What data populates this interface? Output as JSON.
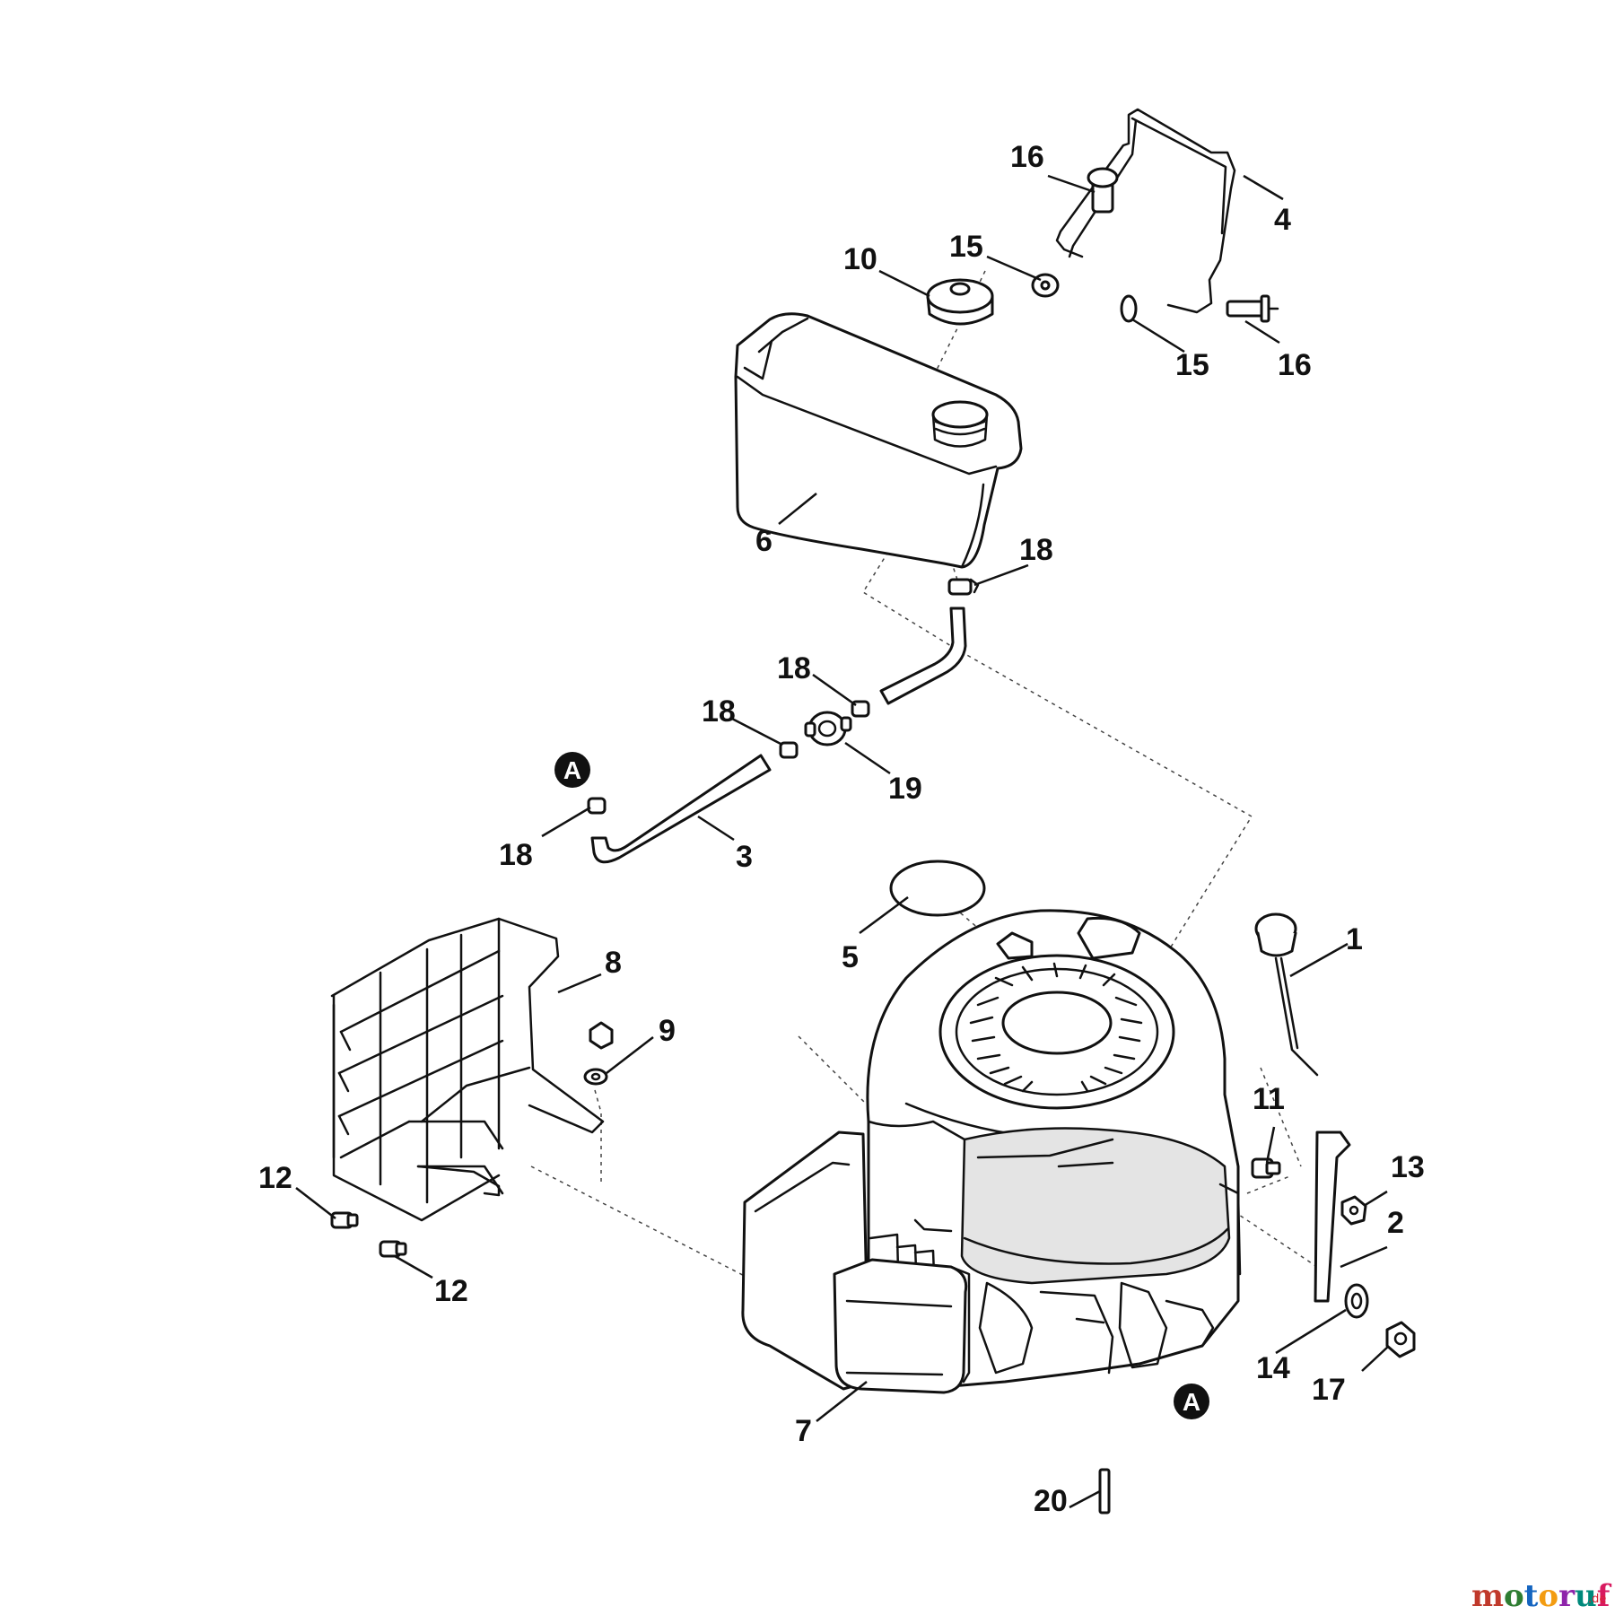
{
  "diagram": {
    "callouts": {
      "c1": "1",
      "c2": "2",
      "c3": "3",
      "c4": "4",
      "c5": "5",
      "c6": "6",
      "c7": "7",
      "c8": "8",
      "c9": "9",
      "c10": "10",
      "c11": "11",
      "c12a": "12",
      "c12b": "12",
      "c13": "13",
      "c14": "14",
      "c15a": "15",
      "c15b": "15",
      "c16a": "16",
      "c16b": "16",
      "c17": "17",
      "c18a": "18",
      "c18b": "18",
      "c18c": "18",
      "c18d": "18",
      "c19": "19",
      "c20": "20"
    },
    "connection_marks": {
      "upper": "A",
      "lower": "A"
    }
  },
  "watermark": {
    "letters": [
      "m",
      "o",
      "t",
      "o",
      "r",
      "u",
      "f"
    ],
    "suffix": ".de",
    "colors": [
      "#c0392b",
      "#2e7d32",
      "#1565c0",
      "#f39c12",
      "#8e24aa",
      "#00897b",
      "#d81b60"
    ]
  }
}
